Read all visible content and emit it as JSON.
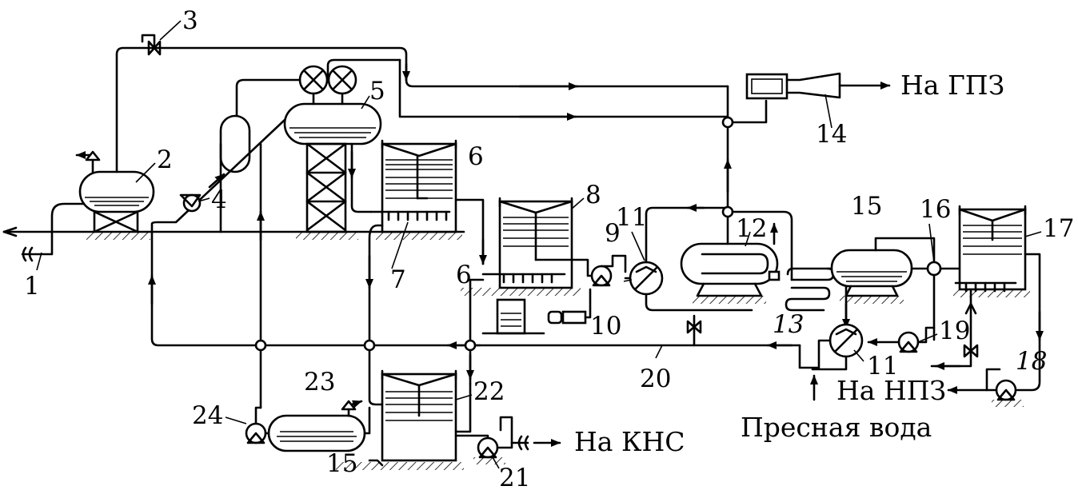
{
  "numbers": {
    "n1": "1",
    "n2": "2",
    "n3": "3",
    "n4": "4",
    "n5": "5",
    "n6a": "6",
    "n6b": "6",
    "n7": "7",
    "n8": "8",
    "n9": "9",
    "n10": "10",
    "n11a": "11",
    "n11b": "11",
    "n12": "12",
    "n13": "13",
    "n14": "14",
    "n15a": "15",
    "n15b": "15",
    "n16": "16",
    "n17": "17",
    "n18": "18",
    "n19": "19",
    "n20": "20",
    "n21": "21",
    "n22": "22",
    "n23": "23",
    "n24": "24"
  },
  "outlets": {
    "gpz": "На ГПЗ",
    "npz": "На НПЗ",
    "kns": "На КНС",
    "fresh_water": "Пресная вода"
  }
}
